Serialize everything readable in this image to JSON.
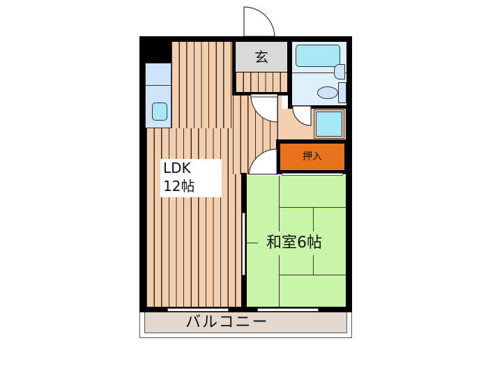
{
  "floorplan": {
    "rooms": {
      "ldk": {
        "name": "LDK",
        "size": "12帖"
      },
      "washitsu": {
        "label": "和室6帖"
      },
      "genkan": {
        "label": "玄"
      },
      "oshiire": {
        "label": "押入"
      },
      "balcony": {
        "label": "バルコニー"
      }
    },
    "colors": {
      "wall": "#000000",
      "wood_floor": "#f3cfb0",
      "tatami": "#c9f5a8",
      "genkan": "#d9d9d9",
      "oshiire": "#e8731c",
      "wet_area": "#cfe7f7",
      "fixture": "#a8e8f5",
      "balcony": "#e2d8cf"
    }
  }
}
